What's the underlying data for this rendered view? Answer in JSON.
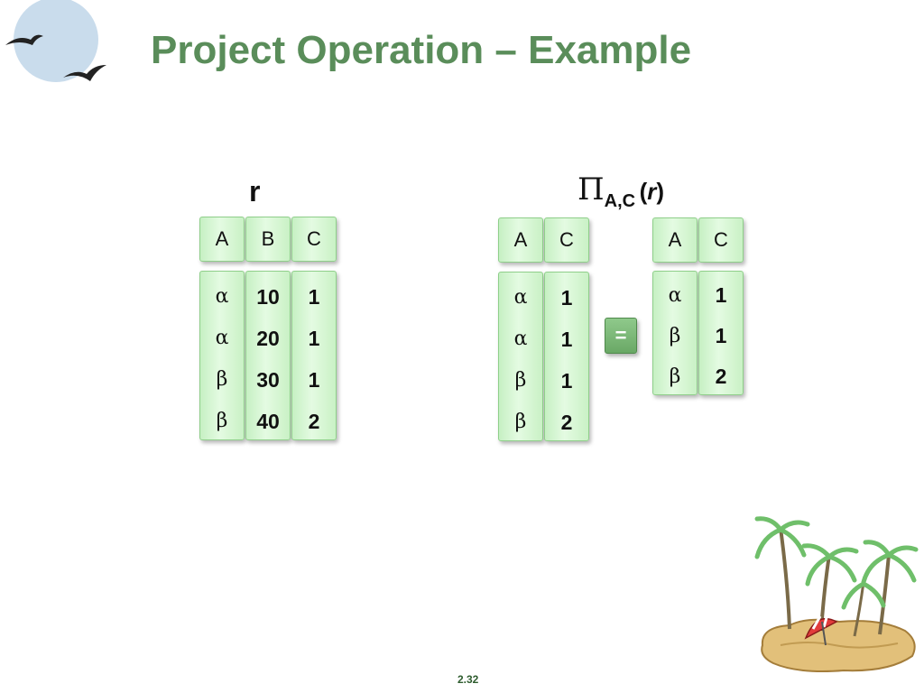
{
  "slide": {
    "title": "Project Operation – Example",
    "page_number": "2.32"
  },
  "relation_r": {
    "label": "r",
    "columns": [
      {
        "header": "A",
        "values": [
          "α",
          "α",
          "β",
          "β"
        ]
      },
      {
        "header": "B",
        "values": [
          "10",
          "20",
          "30",
          "40"
        ]
      },
      {
        "header": "C",
        "values": [
          "1",
          "1",
          "1",
          "2"
        ]
      }
    ]
  },
  "projection": {
    "symbol": "Π",
    "subscript": "A,C",
    "open_paren": "(",
    "argument": "r",
    "close_paren": ")",
    "intermediate": {
      "columns": [
        {
          "header": "A",
          "values": [
            "α",
            "α",
            "β",
            "β"
          ]
        },
        {
          "header": "C",
          "values": [
            "1",
            "1",
            "1",
            "2"
          ]
        }
      ]
    },
    "equals_label": "=",
    "result": {
      "columns": [
        {
          "header": "A",
          "values": [
            "α",
            "β",
            "β"
          ]
        },
        {
          "header": "C",
          "values": [
            "1",
            "1",
            "2"
          ]
        }
      ]
    }
  },
  "decor": {
    "logo_icon": "seagulls-moon-icon",
    "island_icon": "palm-island-icon",
    "title_color": "#5a8d5a",
    "cell_color": "#d6f5d3"
  }
}
